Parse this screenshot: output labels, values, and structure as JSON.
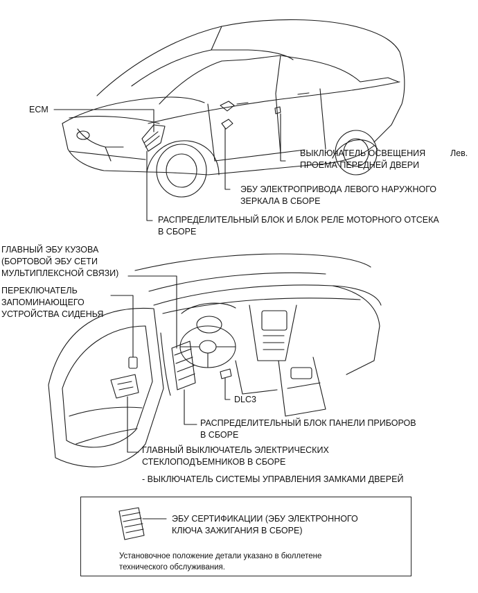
{
  "labels": {
    "ecm": "ECM",
    "lev": "Лев.",
    "door_light_switch": [
      "ВЫКЛЮЧАТЕЛЬ ОСВЕЩЕНИЯ",
      "ПРОЕМА ПЕРЕДНЕЙ ДВЕРИ"
    ],
    "mirror_ecu": [
      "ЭБУ ЭЛЕКТРОПРИВОДА ЛЕВОГО НАРУЖНОГО",
      "ЗЕРКАЛА В СБОРЕ"
    ],
    "engine_relay_block": [
      "РАСПРЕДЕЛИТЕЛЬНЫЙ БЛОК И БЛОК РЕЛЕ МОТОРНОГО ОТСЕКА",
      "В СБОРЕ"
    ],
    "main_body_ecu": [
      "ГЛАВНЫЙ ЭБУ КУЗОВА",
      "(БОРТОВОЙ ЭБУ СЕТИ",
      "МУЛЬТИПЛЕКСНОЙ СВЯЗИ)"
    ],
    "seat_memory_switch": [
      "ПЕРЕКЛЮЧАТЕЛЬ",
      "ЗАПОМИНАЮЩЕГО",
      "УСТРОЙСТВА СИДЕНЬЯ"
    ],
    "dlc3": "DLC3",
    "instrument_panel_block": [
      "РАСПРЕДЕЛИТЕЛЬНЫЙ БЛОК ПАНЕЛИ ПРИБОРОВ",
      "В СБОРЕ"
    ],
    "power_window_switch": [
      "ГЛАВНЫЙ ВЫКЛЮЧАТЕЛЬ ЭЛЕКТРИЧЕСКИХ",
      "СТЕКЛОПОДЪЕМНИКОВ В СБОРЕ"
    ],
    "door_lock_switch": "- ВЫКЛЮЧАТЕЛЬ СИСТЕМЫ УПРАВЛЕНИЯ ЗАМКАМИ ДВЕРЕЙ"
  },
  "legend": {
    "certification_ecu": [
      "ЭБУ СЕРТИФИКАЦИИ (ЭБУ ЭЛЕКТРОННОГО",
      "КЛЮЧА ЗАЖИГАНИЯ В СБОРЕ)"
    ],
    "note": [
      "Установочное положение детали указано в бюллетене",
      "технического обслуживания."
    ]
  },
  "icons": {
    "car": "car-exterior-icon",
    "dashboard": "dashboard-interior-icon",
    "module": "ecu-module-icon"
  },
  "colors": {
    "line": "#1a1a1a",
    "text": "#111111"
  }
}
